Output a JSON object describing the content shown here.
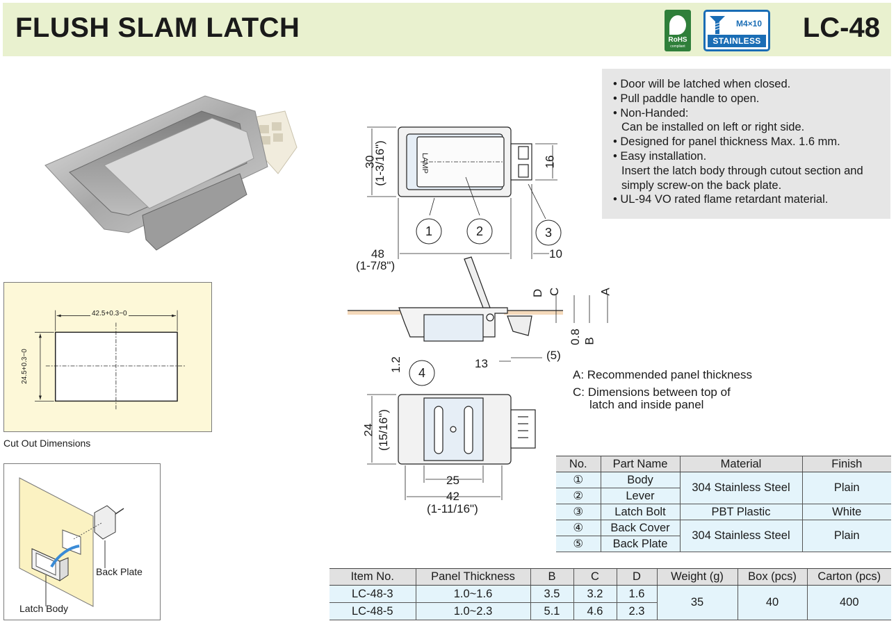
{
  "header": {
    "title": "FLUSH SLAM LATCH",
    "model": "LC-48",
    "rohs_label": "RoHS",
    "rohs_sub": "compliant",
    "screw_size": "M4×10",
    "material_badge": "STAINLESS"
  },
  "features": [
    {
      "text": "• Door will be latched when closed.",
      "cont": ""
    },
    {
      "text": "• Pull paddle handle to open.",
      "cont": ""
    },
    {
      "text": "• Non-Handed:",
      "cont": "Can be installed on left or right side."
    },
    {
      "text": "• Designed for panel thickness Max. 1.6 mm.",
      "cont": ""
    },
    {
      "text": "• Easy installation.",
      "cont": "Insert the latch body through cutout section and simply screw-on the back plate."
    },
    {
      "text": "• UL-94 VO rated flame retardant material.",
      "cont": ""
    }
  ],
  "cutout": {
    "caption": "Cut Out Dimensions",
    "width_dim": "42.5+0.3−0",
    "height_dim": "24.5+0.3−0"
  },
  "install": {
    "back_plate": "Back Plate",
    "latch_body": "Latch Body"
  },
  "drawing": {
    "dim_30": "30",
    "dim_30_in": "(1-3/16\")",
    "dim_16": "16",
    "dim_48": "48",
    "dim_48_in": "(1-7/8\")",
    "dim_10": "10",
    "lamp": "LAMP",
    "callout_1": "1",
    "callout_2": "2",
    "callout_3": "3",
    "callout_4": "4",
    "dim_D": "D",
    "dim_C": "C",
    "dim_A": "A",
    "dim_08": "0.8",
    "dim_B": "B",
    "dim_12": "1.2",
    "dim_13": "13",
    "dim_5": "(5)",
    "dim_24": "24",
    "dim_24_in": "(15/16\")",
    "dim_25": "25",
    "dim_42": "42",
    "dim_42_in": "(1-11/16\")"
  },
  "notes": {
    "a": "A: Recommended panel thickness",
    "c1": "C: Dimensions between top of",
    "c2": "latch and inside panel"
  },
  "parts_table": {
    "headers": [
      "No.",
      "Part Name",
      "Material",
      "Finish"
    ],
    "rows": [
      {
        "no": "①",
        "name": "Body"
      },
      {
        "no": "②",
        "name": "Lever"
      },
      {
        "no": "③",
        "name": "Latch Bolt"
      },
      {
        "no": "④",
        "name": "Back Cover"
      },
      {
        "no": "⑤",
        "name": "Back Plate"
      }
    ],
    "mat_1": "304 Stainless Steel",
    "fin_1": "Plain",
    "mat_3": "PBT Plastic",
    "fin_3": "White",
    "mat_4": "304 Stainless Steel",
    "fin_4": "Plain"
  },
  "items_table": {
    "headers": [
      "Item No.",
      "Panel Thickness",
      "B",
      "C",
      "D",
      "Weight (g)",
      "Box (pcs)",
      "Carton (pcs)"
    ],
    "rows": [
      {
        "item": "LC-48-3",
        "panel": "1.0~1.6",
        "b": "3.5",
        "c": "3.2",
        "d": "1.6"
      },
      {
        "item": "LC-48-5",
        "panel": "1.0~2.3",
        "b": "5.1",
        "c": "4.6",
        "d": "2.3"
      }
    ],
    "weight": "35",
    "box": "40",
    "carton": "400"
  }
}
